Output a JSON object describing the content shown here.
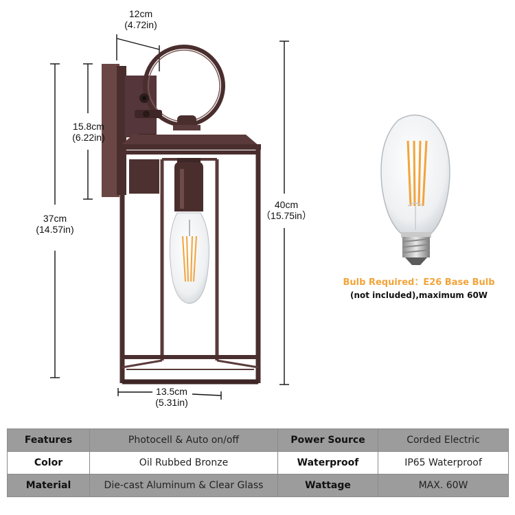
{
  "dimensions": {
    "top_width": {
      "cm": "12cm",
      "in": "(4.72in)"
    },
    "arm_height": {
      "cm": "15.8cm",
      "in": "(6.22in)"
    },
    "backplate_height": {
      "cm": "37cm",
      "in": "(14.57in)"
    },
    "total_height": {
      "cm": "40cm",
      "in": "（15.75in）"
    },
    "base_width": {
      "cm": "13.5cm",
      "in": "(5.31in)"
    }
  },
  "bulb_note": {
    "line1": "Bulb Required：E26 Base Bulb",
    "line2": "(not included),maximum 60W"
  },
  "specs": [
    {
      "label1": "Features",
      "value1": "Photocell & Auto on/off",
      "label2": "Power Source",
      "value2": "Corded Electric"
    },
    {
      "label1": "Color",
      "value1": "Oil Rubbed Bronze",
      "label2": "Waterproof",
      "value2": "IP65 Waterproof"
    },
    {
      "label1": "Material",
      "value1": "Die-cast Aluminum & Clear Glass",
      "label2": "Wattage",
      "value2": "MAX. 60W"
    }
  ],
  "colors": {
    "bronze": "#5a3a3a",
    "bronze_dark": "#3e2626",
    "bulb_glow": "#f2a43a",
    "row_gray": "#9c9c9c"
  }
}
